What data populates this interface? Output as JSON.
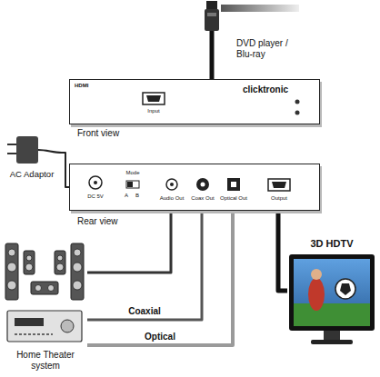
{
  "diagram": {
    "nodes": [
      {
        "text": [
          "DVD player / Blu-ray"
        ]
      },
      {
        "text": [
          "HDMI",
          "Input",
          "clicktronic",
          "Front view"
        ]
      },
      {
        "text": [
          "AC Adaptor"
        ]
      },
      {
        "text": [
          "DC 5V",
          "Mode",
          "A",
          "B",
          "Audio Out",
          "Coax Out",
          "Optical Out",
          "Output",
          "Rear view"
        ]
      },
      {
        "text": [
          "3D HDTV"
        ]
      },
      {
        "text": [
          "Home Theater system"
        ]
      }
    ],
    "edges": [
      {
        "from": 0,
        "to": 1,
        "arrow": "none"
      },
      {
        "from": 2,
        "to": 3,
        "arrow": "none"
      },
      {
        "from": 3,
        "to": 4,
        "arrow": "none"
      },
      {
        "from": 3,
        "to": 5,
        "arrow": "none"
      },
      {
        "from": 3,
        "to": 5,
        "label": "Coaxial",
        "arrow": "none"
      },
      {
        "from": 3,
        "to": 5,
        "label": "Optical",
        "arrow": "none"
      }
    ]
  }
}
